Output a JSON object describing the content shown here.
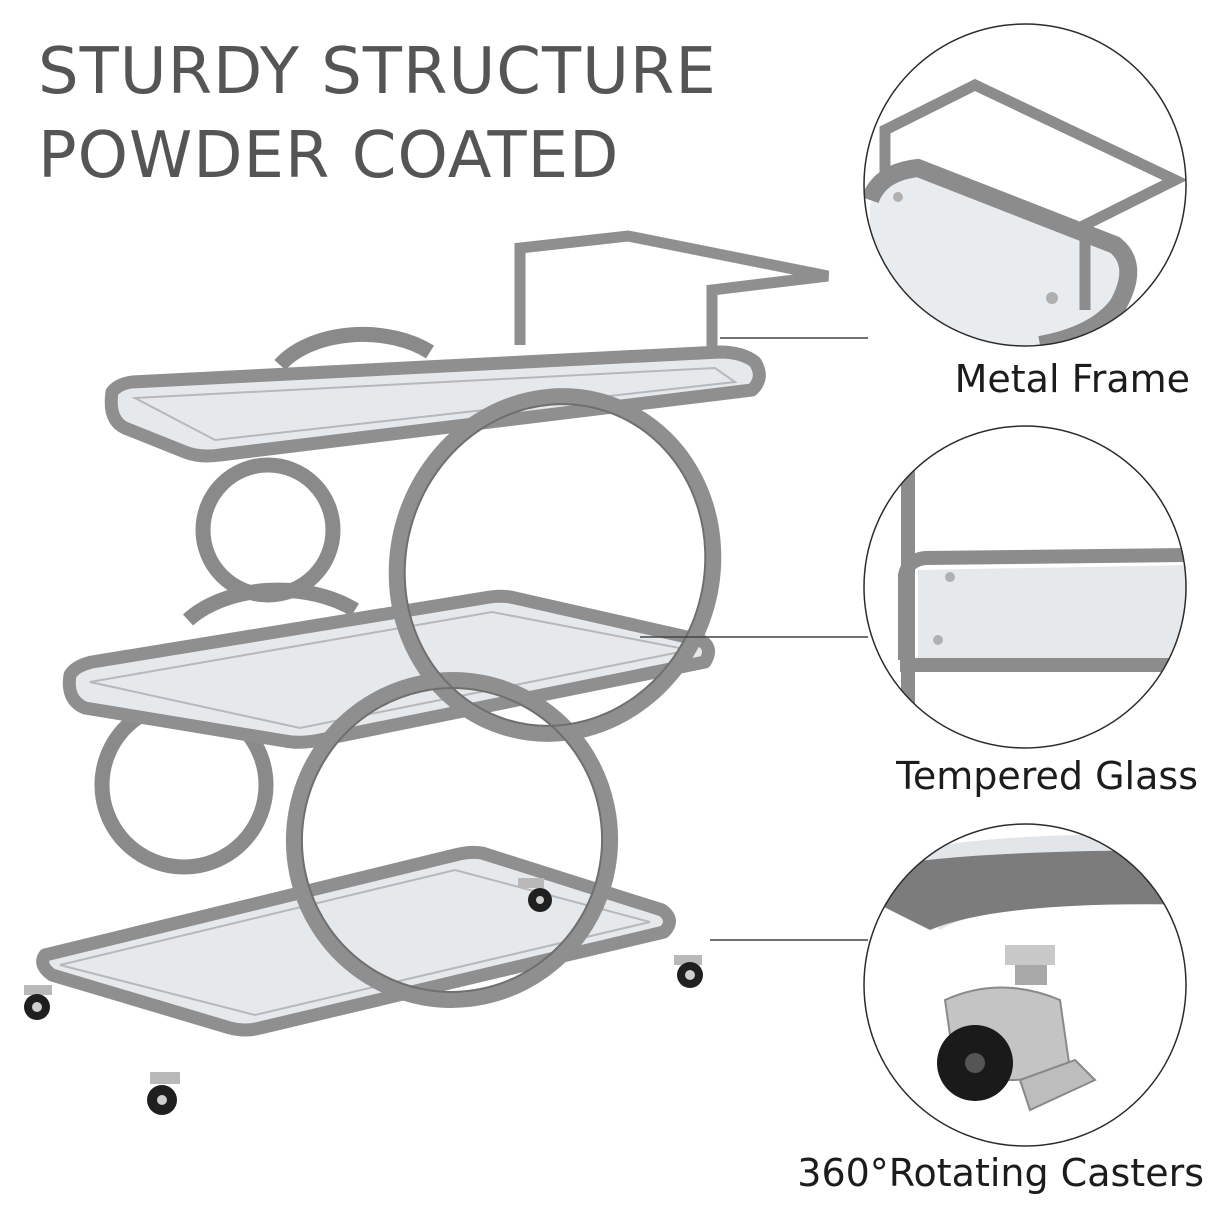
{
  "headline": {
    "line1": "STURDY STRUCTURE",
    "line2": "POWDER COATED"
  },
  "features": [
    {
      "label": "Metal Frame",
      "icon": "frame-handle-closeup"
    },
    {
      "label": "Tempered Glass",
      "icon": "glass-shelf-closeup"
    },
    {
      "label": "360°Rotating Casters",
      "icon": "caster-wheel-closeup"
    }
  ],
  "colors": {
    "headline_text": "#555555",
    "label_text": "#1c1c1c",
    "frame": "#8f8f8f",
    "frame_dark": "#6f6f6f",
    "glass": "#e6e9ec",
    "circle_outline": "#2b2b2b"
  }
}
